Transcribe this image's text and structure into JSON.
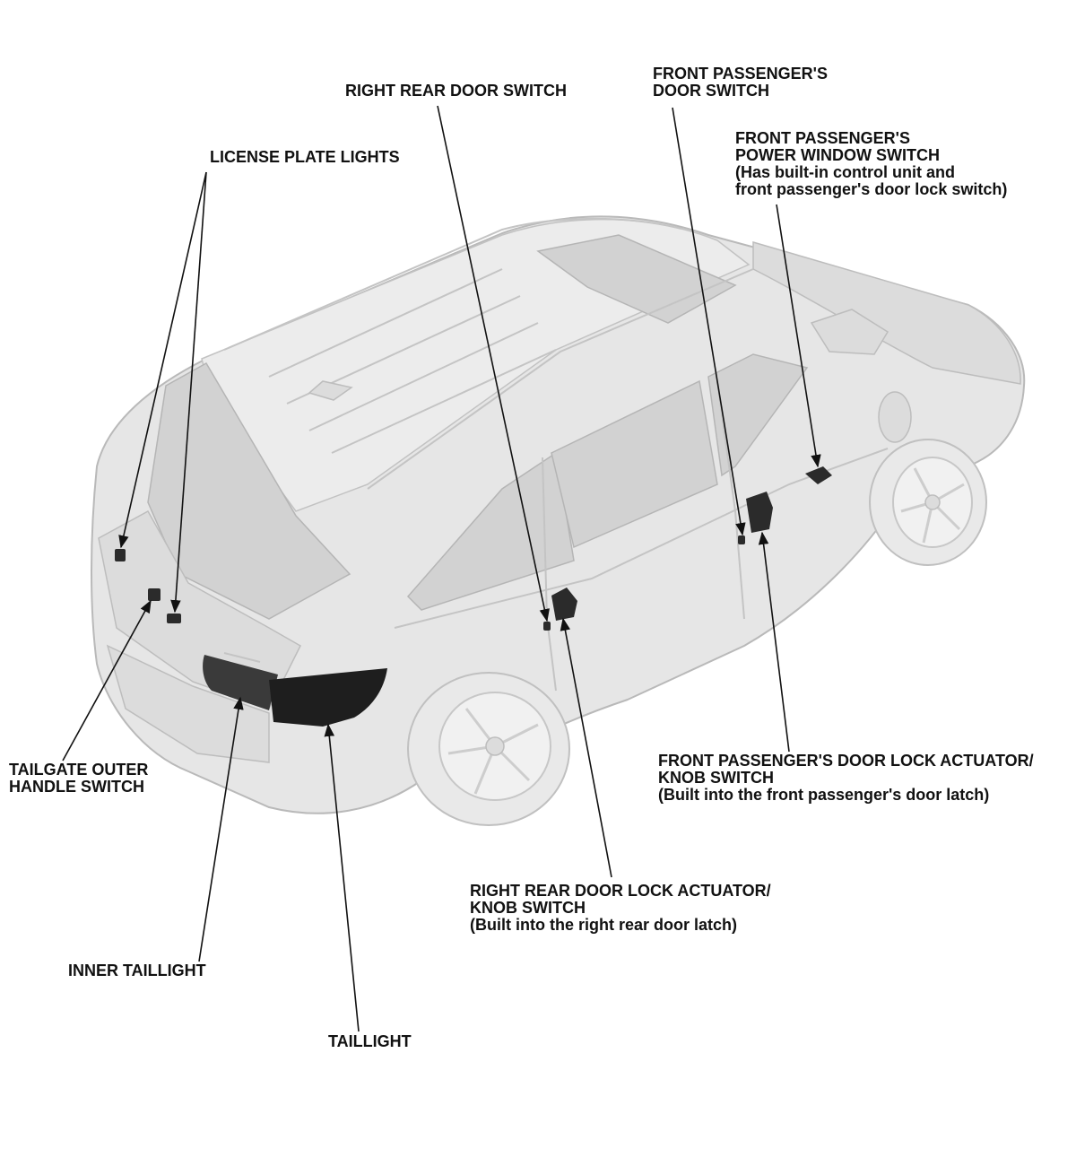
{
  "callouts": [
    {
      "id": "license-plate-lights",
      "lines": [
        "LICENSE PLATE LIGHTS"
      ]
    },
    {
      "id": "right-rear-door-switch",
      "lines": [
        "RIGHT REAR DOOR SWITCH"
      ]
    },
    {
      "id": "front-passengers-door-switch",
      "lines": [
        "FRONT PASSENGER'S",
        "DOOR SWITCH"
      ]
    },
    {
      "id": "front-passengers-power-window-switch",
      "lines": [
        "FRONT PASSENGER'S",
        "POWER WINDOW SWITCH",
        "(Has built-in control unit and",
        "front passenger's door lock switch)"
      ]
    },
    {
      "id": "tailgate-outer-handle-switch",
      "lines": [
        "TAILGATE OUTER",
        "HANDLE SWITCH"
      ]
    },
    {
      "id": "front-passengers-door-lock-actuator",
      "lines": [
        "FRONT PASSENGER'S DOOR LOCK ACTUATOR/",
        "KNOB SWITCH",
        "(Built into the front passenger's door latch)"
      ]
    },
    {
      "id": "right-rear-door-lock-actuator",
      "lines": [
        "RIGHT REAR DOOR LOCK ACTUATOR/",
        "KNOB SWITCH",
        "(Built into the right rear door latch)"
      ]
    },
    {
      "id": "inner-taillight",
      "lines": [
        "INNER TAILLIGHT"
      ]
    },
    {
      "id": "taillight",
      "lines": [
        "TAILLIGHT"
      ]
    }
  ]
}
